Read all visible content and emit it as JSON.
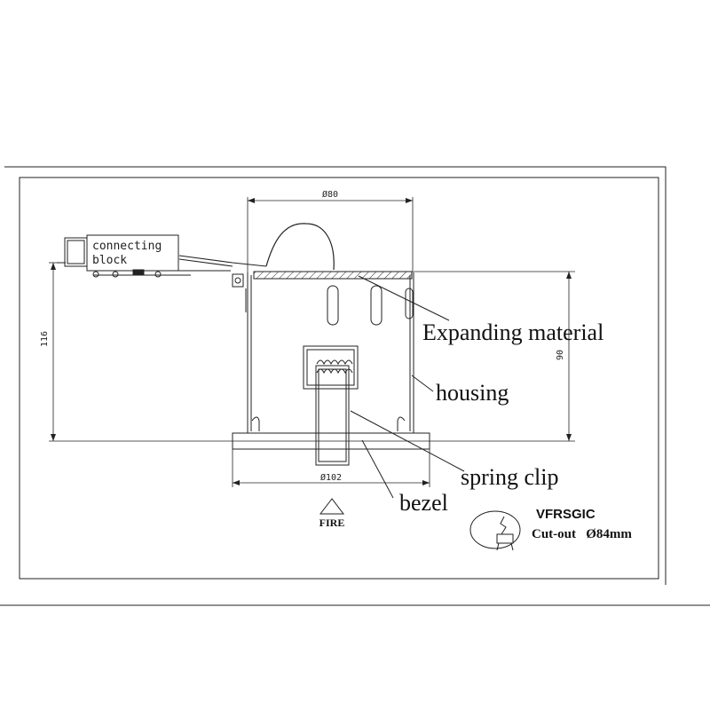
{
  "title_block": {
    "model": "VFRSGIC",
    "cutout": "Cut-out   Ø84mm"
  },
  "fire_logo": "FIRE",
  "connecting_block": {
    "line1": "connecting",
    "line2": "block"
  },
  "dimensions": {
    "top_width": "Ø80",
    "bezel_width": "Ø102",
    "overall_height": "116",
    "housing_height": "90"
  },
  "labels": {
    "expanding_material": "Expanding material",
    "housing": "housing",
    "spring_clip": "spring clip",
    "bezel": "bezel"
  },
  "colors": {
    "line": "#222222",
    "background": "#ffffff"
  }
}
